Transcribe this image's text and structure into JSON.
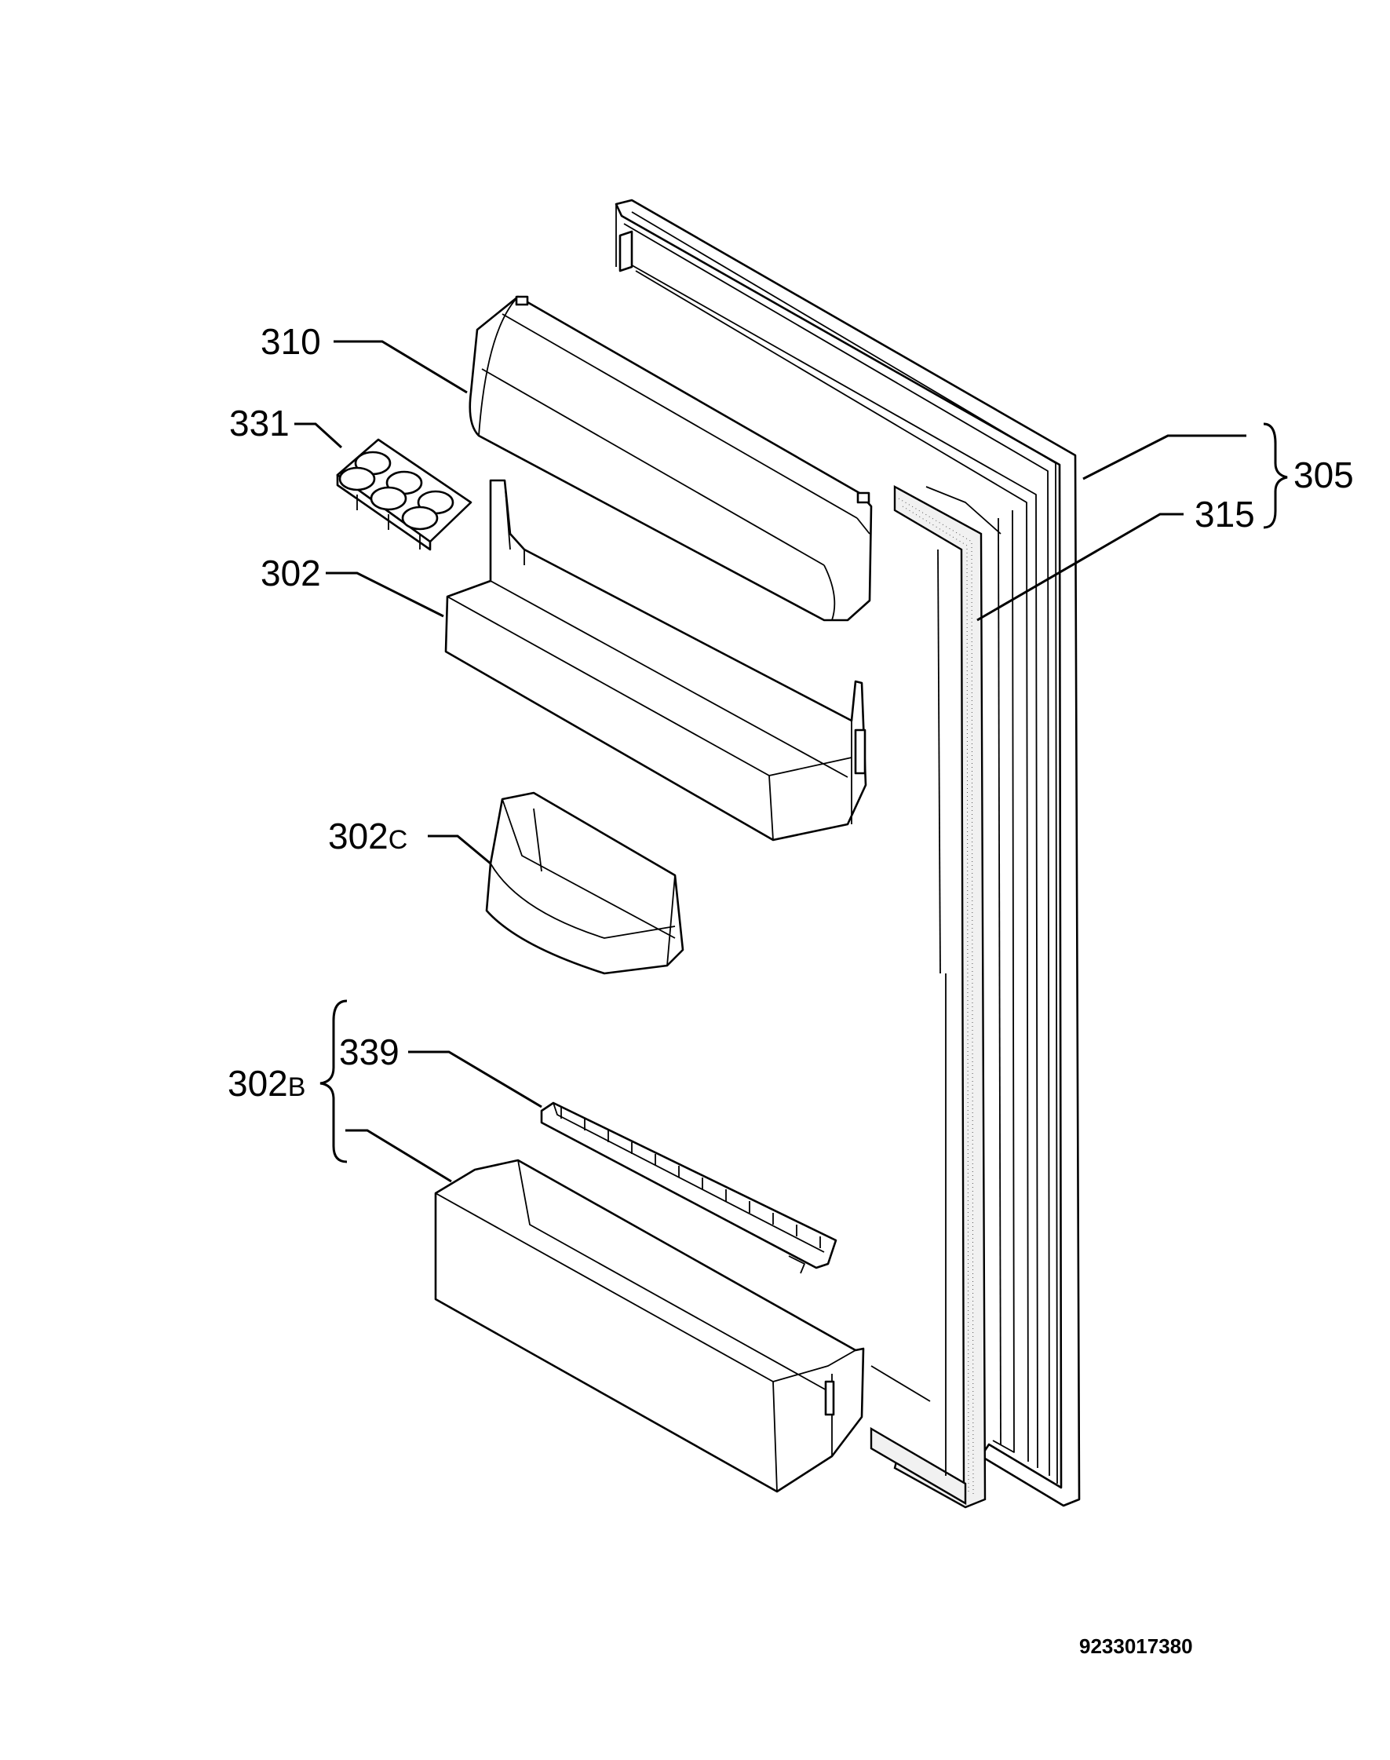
{
  "labels": {
    "door_panel": "305",
    "door_gasket": "315",
    "dairy_cover": "310",
    "egg_tray": "331",
    "upper_shelf": "302",
    "small_bin_num": "302",
    "small_bin_suffix": "C",
    "bottle_group_num": "302",
    "bottle_group_suffix": "B",
    "bottle_retainer": "339"
  },
  "document_number": "9233017380",
  "icons": [
    "brace-icon"
  ]
}
